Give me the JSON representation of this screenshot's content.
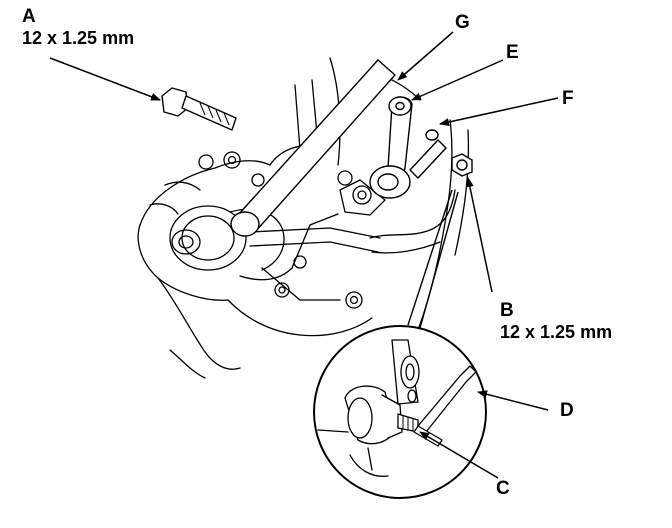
{
  "callouts": {
    "A": {
      "letter": "A",
      "spec": "12 x 1.25 mm"
    },
    "B": {
      "letter": "B",
      "spec": "12 x 1.25 mm"
    },
    "C": {
      "letter": "C"
    },
    "D": {
      "letter": "D"
    },
    "E": {
      "letter": "E"
    },
    "F": {
      "letter": "F"
    },
    "G": {
      "letter": "G"
    }
  },
  "colors": {
    "ink": "#000000",
    "background": "#ffffff"
  }
}
